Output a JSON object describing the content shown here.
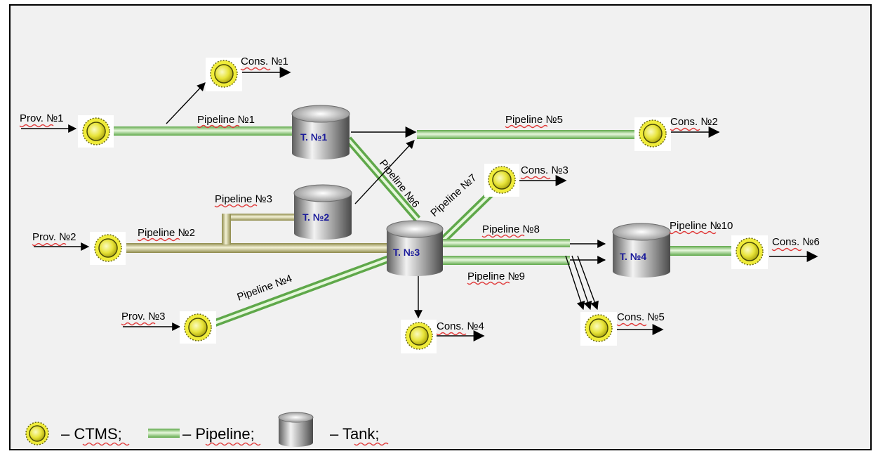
{
  "colors": {
    "pipe_green": "#8fd07a",
    "pipe_olive": "#c9c58a",
    "ctms_fill": "#f0ec3a",
    "tank_fill": "#a8a8a8",
    "background": "#f1f1f1",
    "tank_label": "#1a1a9a"
  },
  "providers": [
    "Prov. №1",
    "Prov. №2",
    "Prov. №3"
  ],
  "consumers": [
    "Cons. №1",
    "Cons. №2",
    "Cons. №3",
    "Cons. №4",
    "Cons. №5",
    "Cons. №6"
  ],
  "tanks": [
    "T. №1",
    "T. №2",
    "T. №3",
    "T. №4"
  ],
  "pipelines": [
    "Pipeline №1",
    "Pipeline №2",
    "Pipeline №3",
    "Pipeline №4",
    "Pipeline №5",
    "Pipeline №6",
    "Pipeline №7",
    "Pipeline №8",
    "Pipeline №9",
    "Pipeline №10"
  ],
  "legend": {
    "ctms_label": "– CTMS;",
    "pipeline_label": "– Pipeline;",
    "tank_label": "– Tank;"
  }
}
